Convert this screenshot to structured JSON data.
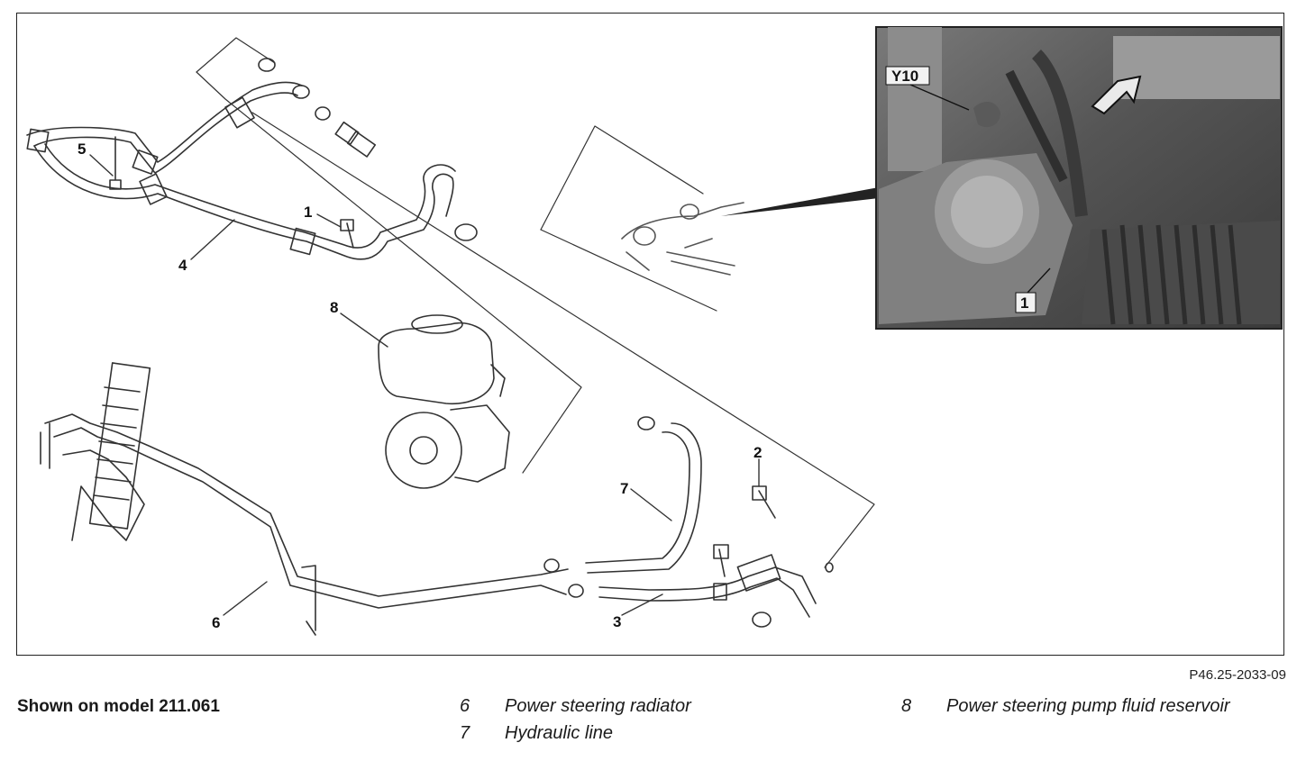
{
  "figure": {
    "reference_code": "P46.25-2033-09",
    "model_note": "Shown on model 211.061",
    "callouts": [
      "1",
      "2",
      "3",
      "4",
      "5",
      "6",
      "7",
      "8"
    ],
    "photo_callouts": [
      "Y10",
      "1"
    ]
  },
  "legend": [
    {
      "number": "6",
      "description": "Power steering radiator"
    },
    {
      "number": "7",
      "description": "Hydraulic line"
    },
    {
      "number": "8",
      "description": "Power steering pump fluid reservoir"
    }
  ]
}
